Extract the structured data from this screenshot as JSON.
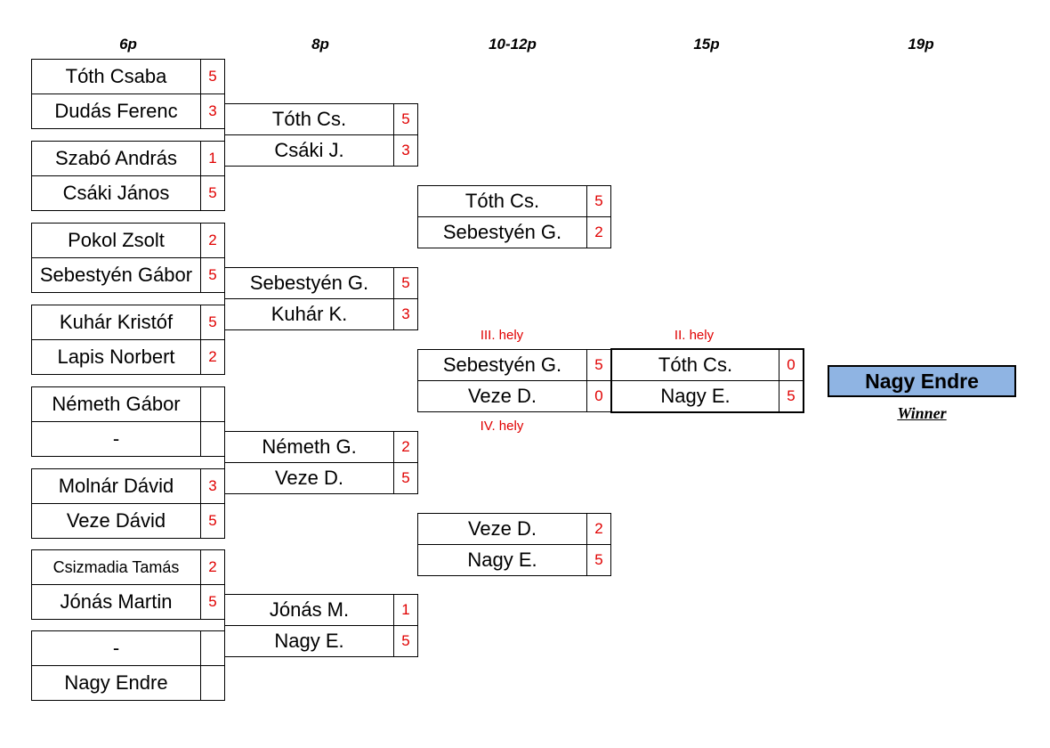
{
  "rounds": [
    "6p",
    "8p",
    "10-12p",
    "15p",
    "19p"
  ],
  "round1": [
    [
      {
        "name": "Tóth Csaba",
        "score": "5"
      },
      {
        "name": "Dudás Ferenc",
        "score": "3"
      }
    ],
    [
      {
        "name": "Szabó András",
        "score": "1"
      },
      {
        "name": "Csáki János",
        "score": "5"
      }
    ],
    [
      {
        "name": "Pokol Zsolt",
        "score": "2"
      },
      {
        "name": "Sebestyén Gábor",
        "score": "5"
      }
    ],
    [
      {
        "name": "Kuhár Kristóf",
        "score": "5"
      },
      {
        "name": "Lapis Norbert",
        "score": "2"
      }
    ],
    [
      {
        "name": "Németh Gábor",
        "score": ""
      },
      {
        "name": "-",
        "score": ""
      }
    ],
    [
      {
        "name": "Molnár Dávid",
        "score": "3"
      },
      {
        "name": "Veze Dávid",
        "score": "5"
      }
    ],
    [
      {
        "name": "Csizmadia Tamás",
        "score": "2"
      },
      {
        "name": "Jónás Martin",
        "score": "5"
      }
    ],
    [
      {
        "name": "-",
        "score": ""
      },
      {
        "name": "Nagy Endre",
        "score": ""
      }
    ]
  ],
  "round2": [
    [
      {
        "name": "Tóth Cs.",
        "score": "5"
      },
      {
        "name": "Csáki J.",
        "score": "3"
      }
    ],
    [
      {
        "name": "Sebestyén G.",
        "score": "5"
      },
      {
        "name": "Kuhár K.",
        "score": "3"
      }
    ],
    [
      {
        "name": "Németh G.",
        "score": "2"
      },
      {
        "name": "Veze D.",
        "score": "5"
      }
    ],
    [
      {
        "name": "Jónás M.",
        "score": "1"
      },
      {
        "name": "Nagy E.",
        "score": "5"
      }
    ]
  ],
  "round3": [
    [
      {
        "name": "Tóth Cs.",
        "score": "5"
      },
      {
        "name": "Sebestyén G.",
        "score": "2"
      }
    ],
    [
      {
        "name": "Veze D.",
        "score": "2"
      },
      {
        "name": "Nagy E.",
        "score": "5"
      }
    ]
  ],
  "third_place": [
    {
      "name": "Sebestyén G.",
      "score": "5"
    },
    {
      "name": "Veze D.",
      "score": "0"
    }
  ],
  "final": [
    {
      "name": "Tóth Cs.",
      "score": "0"
    },
    {
      "name": "Nagy E.",
      "score": "5"
    }
  ],
  "labels": {
    "third": "III. hely",
    "second": "II. hely",
    "fourth": "IV. hely",
    "winner_caption": "Winner"
  },
  "winner": "Nagy Endre",
  "colors": {
    "score": "#e00000",
    "winner_fill": "#8fb4e3"
  }
}
